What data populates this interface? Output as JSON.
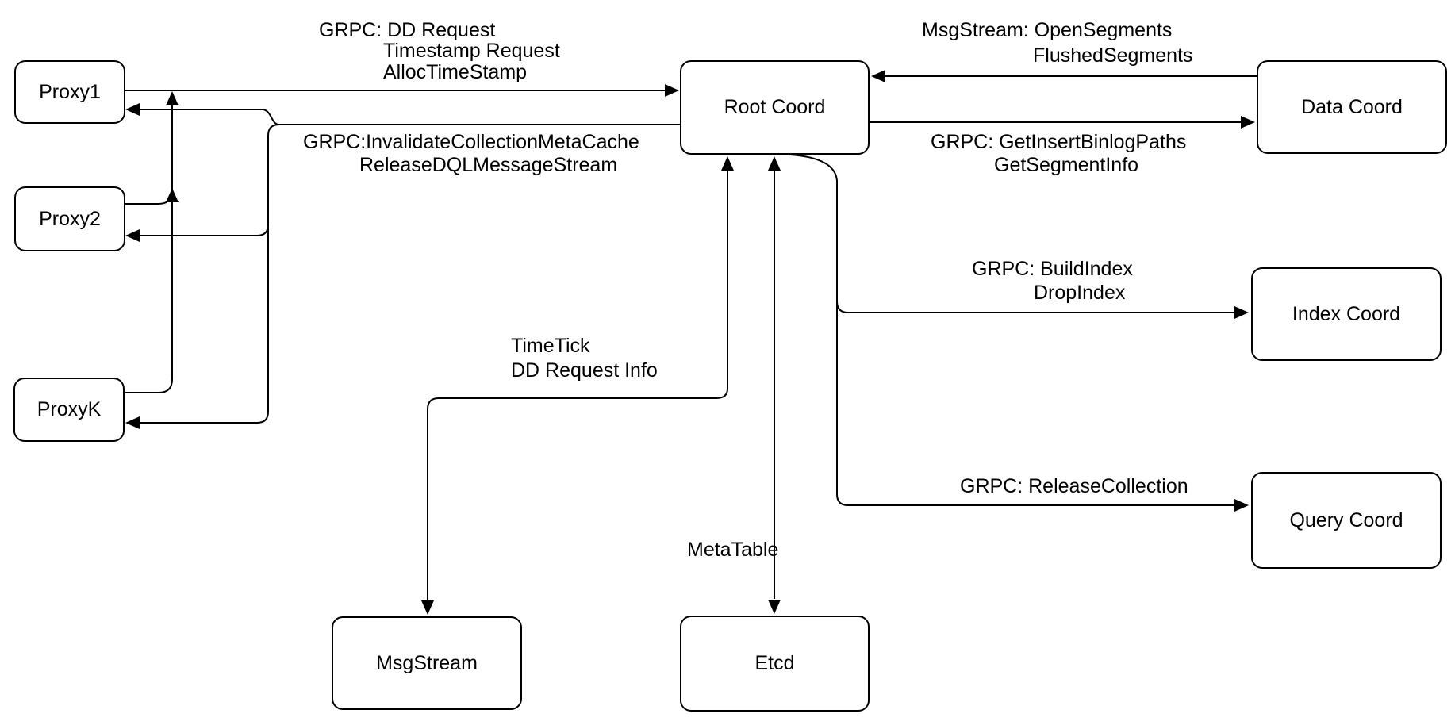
{
  "diagram": {
    "title": "Root Coord architecture diagram",
    "colors": {
      "stroke": "#000000",
      "node_fill": "#ffffff",
      "background": "#ffffff"
    },
    "nodes": [
      {
        "id": "proxy1",
        "label": "Proxy1"
      },
      {
        "id": "proxy2",
        "label": "Proxy2"
      },
      {
        "id": "proxyk",
        "label": "ProxyK"
      },
      {
        "id": "root_coord",
        "label": "Root Coord"
      },
      {
        "id": "data_coord",
        "label": "Data Coord"
      },
      {
        "id": "index_coord",
        "label": "Index Coord"
      },
      {
        "id": "query_coord",
        "label": "Query Coord"
      },
      {
        "id": "msgstream",
        "label": "MsgStream"
      },
      {
        "id": "etcd",
        "label": "Etcd"
      }
    ],
    "edge_labels": [
      {
        "id": "proxies_to_root",
        "lines": [
          "GRPC: DD Request",
          "Timestamp Request",
          "AllocTimeStamp"
        ]
      },
      {
        "id": "root_to_proxies",
        "lines": [
          "GRPC:InvalidateCollectionMetaCache",
          "ReleaseDQLMessageStream"
        ]
      },
      {
        "id": "data_to_root",
        "lines": [
          "MsgStream: OpenSegments",
          "FlushedSegments"
        ]
      },
      {
        "id": "root_to_data",
        "lines": [
          "GRPC: GetInsertBinlogPaths",
          "GetSegmentInfo"
        ]
      },
      {
        "id": "root_to_index",
        "lines": [
          "GRPC: BuildIndex",
          "DropIndex"
        ]
      },
      {
        "id": "root_to_query",
        "lines": [
          "GRPC: ReleaseCollection"
        ]
      },
      {
        "id": "root_to_msgstream",
        "lines": [
          "TimeTick",
          "DD Request Info"
        ]
      },
      {
        "id": "root_to_etcd",
        "lines": [
          "MetaTable"
        ]
      }
    ],
    "edges": [
      {
        "from": "Proxy1 / Proxy2 / ProxyK",
        "to": "Root Coord",
        "label": "GRPC: DD Request, Timestamp Request, AllocTimeStamp",
        "direction": "to-root"
      },
      {
        "from": "Root Coord",
        "to": "Proxy1 / Proxy2 / ProxyK",
        "label": "GRPC:InvalidateCollectionMetaCache, ReleaseDQLMessageStream",
        "direction": "to-proxies"
      },
      {
        "from": "Data Coord",
        "to": "Root Coord",
        "label": "MsgStream: OpenSegments, FlushedSegments",
        "direction": "to-root"
      },
      {
        "from": "Root Coord",
        "to": "Data Coord",
        "label": "GRPC: GetInsertBinlogPaths, GetSegmentInfo",
        "direction": "to-data"
      },
      {
        "from": "Root Coord",
        "to": "Index Coord",
        "label": "GRPC: BuildIndex, DropIndex",
        "direction": "to-index"
      },
      {
        "from": "Root Coord",
        "to": "Query Coord",
        "label": "GRPC: ReleaseCollection",
        "direction": "to-query"
      },
      {
        "from": "Root Coord",
        "to": "MsgStream",
        "label": "TimeTick, DD Request Info",
        "direction": "bidirectional"
      },
      {
        "from": "Root Coord",
        "to": "Etcd",
        "label": "MetaTable",
        "direction": "bidirectional"
      }
    ]
  }
}
